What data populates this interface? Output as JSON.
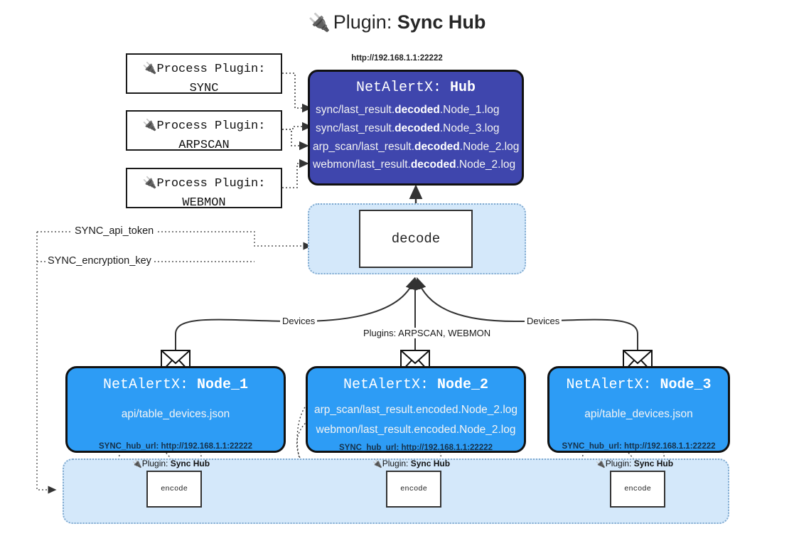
{
  "header": {
    "icon": "plug-icon",
    "prefix": "Plugin: ",
    "name": "Sync Hub"
  },
  "process_plugins": [
    {
      "icon": "plug-icon",
      "line1": "Process Plugin:",
      "line2": "SYNC"
    },
    {
      "icon": "plug-icon",
      "line1": "Process Plugin:",
      "line2": "ARPSCAN"
    },
    {
      "icon": "plug-icon",
      "line1": "Process Plugin:",
      "line2": "WEBMON"
    }
  ],
  "hub": {
    "url": "http://192.168.1.1:22222",
    "title_prefix": "NetAlertX: ",
    "title_name": "Hub",
    "color": "#3f46ad",
    "logs": [
      {
        "pre": "sync/last_result.",
        "mid": "decoded",
        "post": ".Node_1.log"
      },
      {
        "pre": "sync/last_result.",
        "mid": "decoded",
        "post": ".Node_3.log"
      },
      {
        "pre": "arp_scan/last_result.",
        "mid": "decoded",
        "post": ".Node_2.log"
      },
      {
        "pre": "webmon/last_result.",
        "mid": "decoded",
        "post": ".Node_2.log"
      }
    ]
  },
  "decode": {
    "label": "decode",
    "container_color": "#d4e8fa"
  },
  "secrets": [
    {
      "label": "SYNC_api_token"
    },
    {
      "label": "SYNC_encryption_key"
    }
  ],
  "edge_labels": {
    "devices_left": "Devices",
    "plugins_center": "Plugins: ARPSCAN, WEBMON",
    "devices_right": "Devices"
  },
  "nodes": [
    {
      "title_prefix": "NetAlertX: ",
      "title_name": "Node_1",
      "color": "#2d9cf5",
      "lines": [
        "api/table_devices.json"
      ],
      "footer": "SYNC_hub_url: http://192.168.1.1:22222",
      "icon": "envelope-icon"
    },
    {
      "title_prefix": "NetAlertX: ",
      "title_name": "Node_2",
      "color": "#2d9cf5",
      "lines": [
        "arp_scan/last_result.encoded.Node_2.log",
        "webmon/last_result.encoded.Node_2.log"
      ],
      "footer": "SYNC_hub_url: http://192.168.1.1:22222",
      "icon": "envelope-icon"
    },
    {
      "title_prefix": "NetAlertX: ",
      "title_name": "Node_3",
      "color": "#2d9cf5",
      "lines": [
        "api/table_devices.json"
      ],
      "footer": "SYNC_hub_url: http://192.168.1.1:22222",
      "icon": "envelope-icon"
    }
  ],
  "encoders": [
    {
      "caption_prefix": "Plugin: ",
      "caption_name": "Sync Hub",
      "label": "encode",
      "icon": "plug-icon"
    },
    {
      "caption_prefix": "Plugin: ",
      "caption_name": "Sync Hub",
      "label": "encode",
      "icon": "plug-icon"
    },
    {
      "caption_prefix": "Plugin: ",
      "caption_name": "Sync Hub",
      "label": "encode",
      "icon": "plug-icon"
    }
  ]
}
